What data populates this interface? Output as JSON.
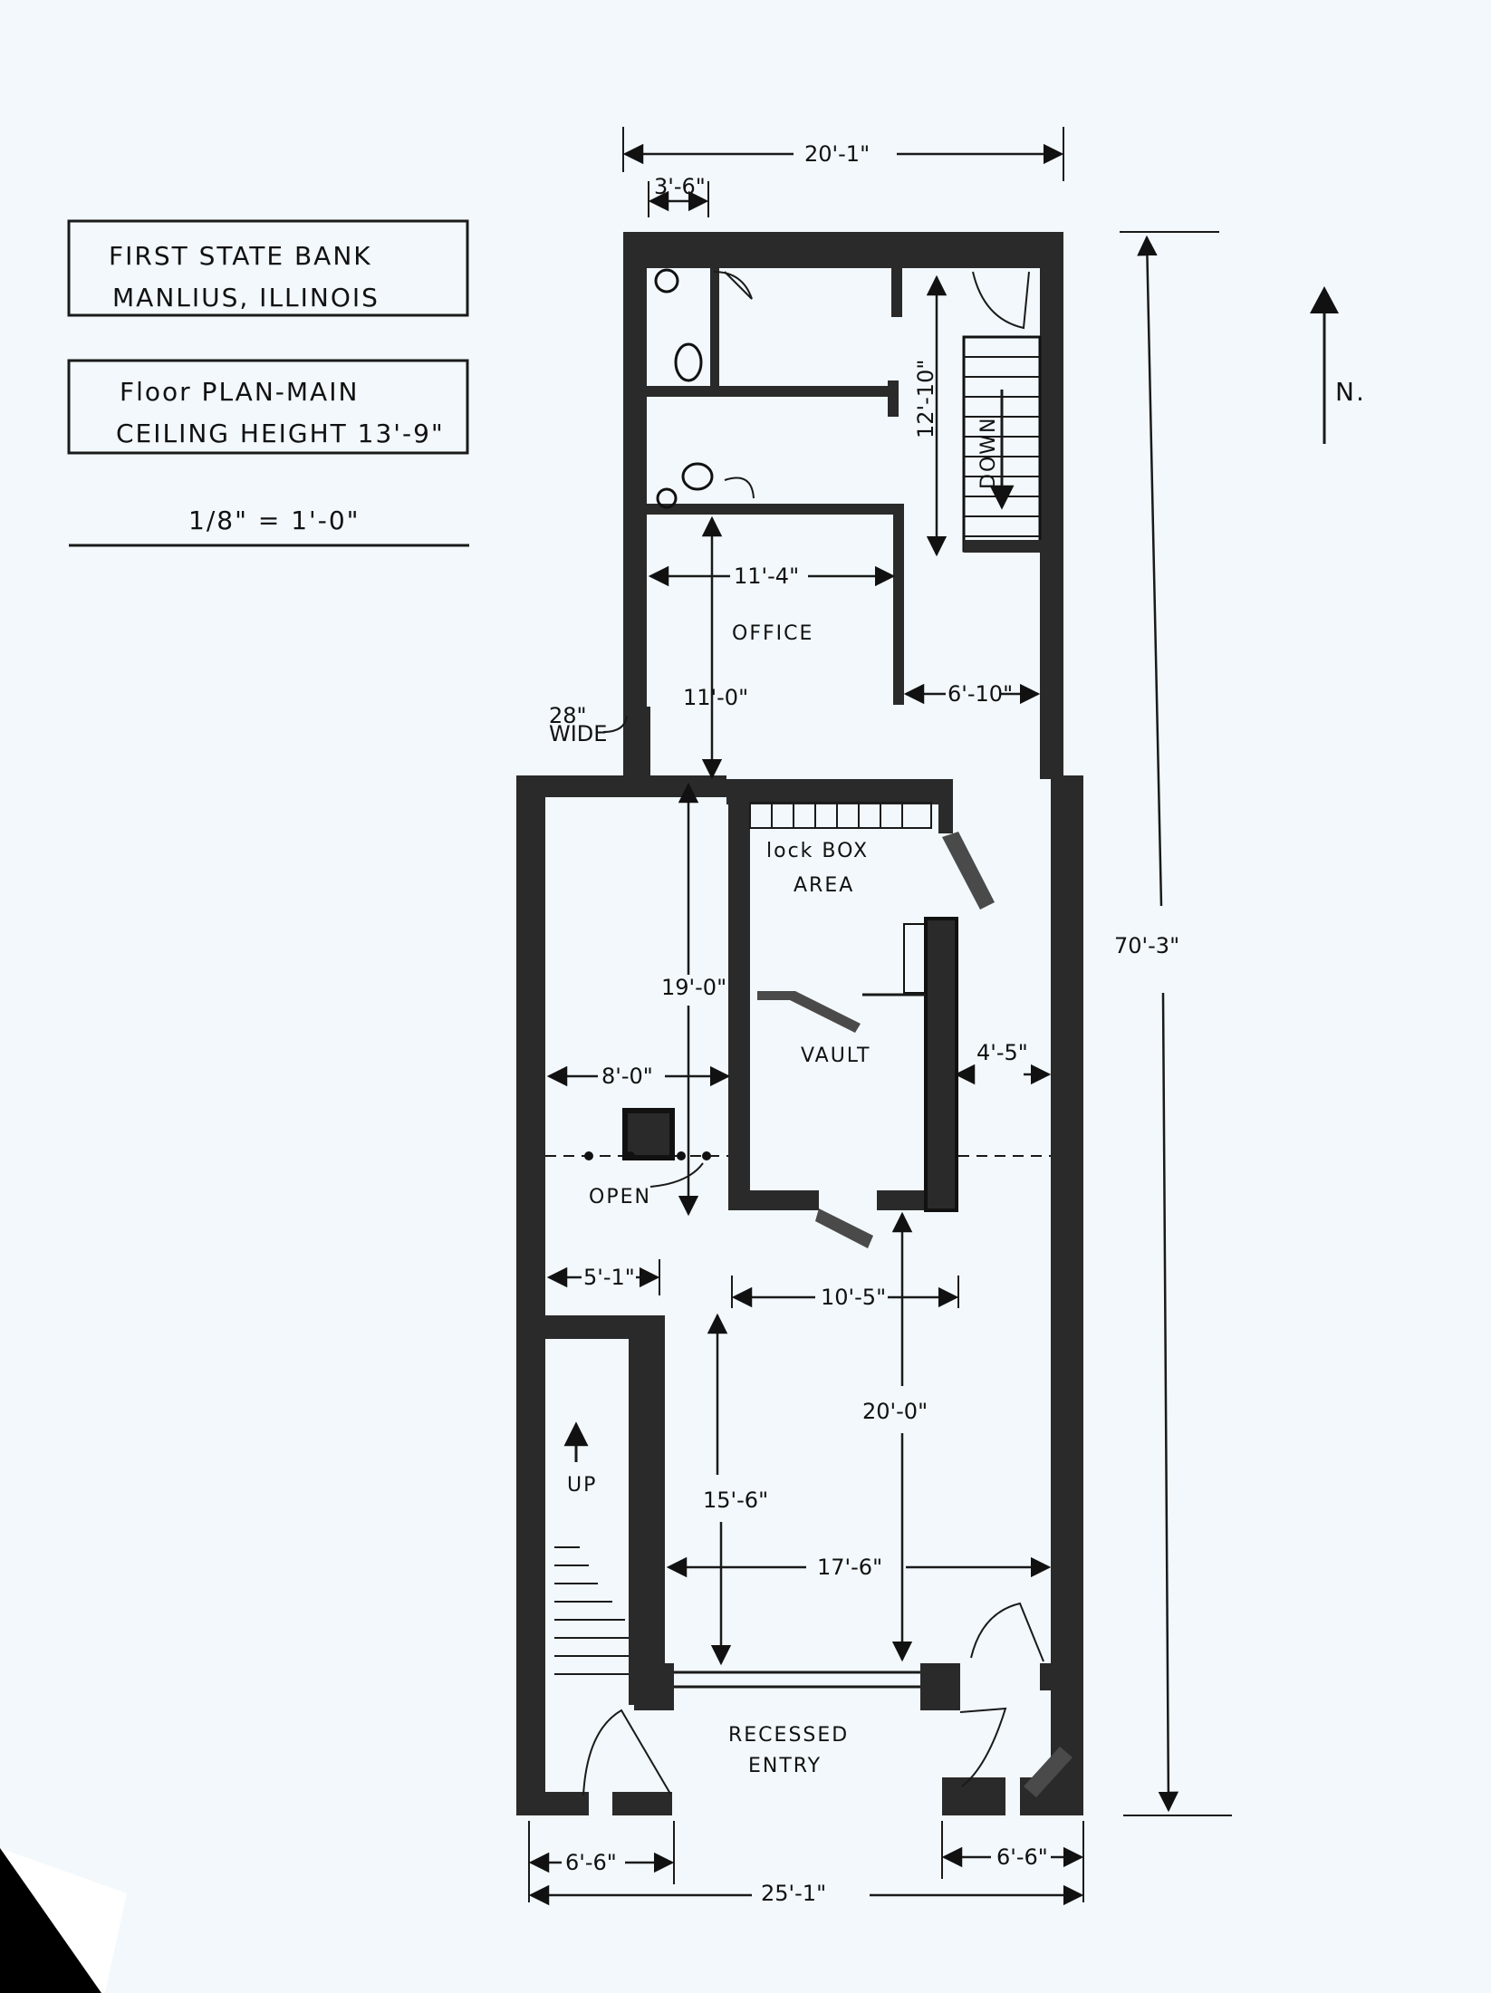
{
  "title_block": {
    "name_line1": "FIRST STATE BANK",
    "name_line2": "MANLIUS, ILLINOIS",
    "plan_line1": "Floor PLAN-MAIN",
    "plan_line2": "CEILING HEIGHT 13'-9\"",
    "scale": "1/8\" = 1'-0\""
  },
  "north": {
    "label": "N."
  },
  "rooms": {
    "office": "OFFICE",
    "lock_box_line1": "lock BOX",
    "lock_box_line2": "AREA",
    "vault": "VAULT",
    "open": "OPEN",
    "up": "UP",
    "down": "DOWN",
    "recessed_line1": "RECESSED",
    "recessed_line2": "ENTRY"
  },
  "dimensions": {
    "top_width": "20'-1\"",
    "top_small": "3'-6\"",
    "stair_top": "12'-10\"",
    "office_width": "11'-4\"",
    "office_depth": "11'-0\"",
    "side_aisle": "6'-10\"",
    "door_width_line1": "28\"",
    "door_width_line2": "WIDE",
    "overall_depth": "70'-3\"",
    "room_depth": "19'-0\"",
    "room_width": "8'-0\"",
    "vault_aisle": "4'-5\"",
    "stair_width": "5'-1\"",
    "vault_front": "10'-5\"",
    "lobby_depth": "20'-0\"",
    "lobby_inner": "15'-6\"",
    "lobby_width": "17'-6\"",
    "bottom_left": "6'-6\"",
    "bottom_right": "6'-6\"",
    "bottom_total": "25'-1\""
  }
}
